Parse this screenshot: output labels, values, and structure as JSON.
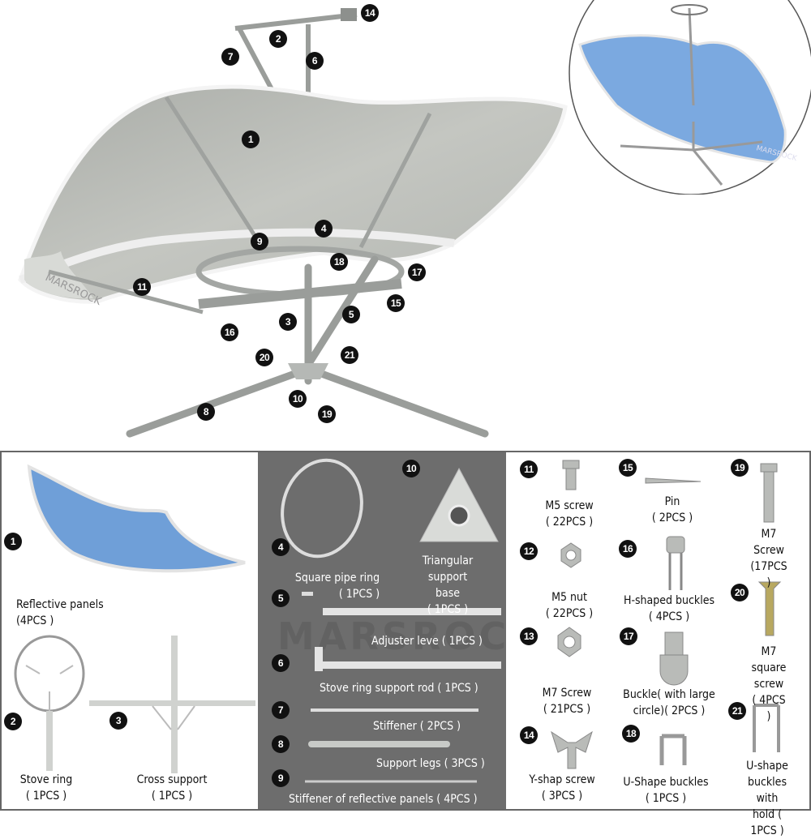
{
  "brand_watermark": "MARSROCK",
  "colors": {
    "panel_blue": "#6f9fd8",
    "reflector_gray": "#b8bbb6",
    "middle_panel": "#6d6d6d",
    "marker": "#111111"
  },
  "assembled_callouts": [
    "14",
    "2",
    "7",
    "6",
    "1",
    "9",
    "4",
    "18",
    "17",
    "11",
    "15",
    "3",
    "5",
    "16",
    "20",
    "21",
    "10",
    "19",
    "8"
  ],
  "parts": {
    "p1": {
      "num": "1",
      "label": "Reflective panels\n          (4PCS )"
    },
    "p2": {
      "num": "2",
      "label": "Stove ring\n( 1PCS )"
    },
    "p3": {
      "num": "3",
      "label": "Cross support\n( 1PCS )"
    },
    "p4": {
      "num": "4",
      "label": "Square pipe ring\n( 1PCS )"
    },
    "p5": {
      "num": "5",
      "label": "Adjuster leve ( 1PCS )"
    },
    "p6": {
      "num": "6",
      "label": "Stove ring support rod ( 1PCS )"
    },
    "p7": {
      "num": "7",
      "label": "Stiffener  ( 2PCS )"
    },
    "p8": {
      "num": "8",
      "label": "Support legs ( 3PCS )"
    },
    "p9": {
      "num": "9",
      "label": "Stiffener of reflective panels ( 4PCS )"
    },
    "p10": {
      "num": "10",
      "label": "Triangular support\nbase\n( 1PCS )"
    },
    "p11": {
      "num": "11",
      "label": "M5 screw\n( 22PCS )"
    },
    "p12": {
      "num": "12",
      "label": "M5 nut\n( 22PCS )"
    },
    "p13": {
      "num": "13",
      "label": "M7 Screw\n( 21PCS )"
    },
    "p14": {
      "num": "14",
      "label": "Y-shap screw\n( 3PCS )"
    },
    "p15": {
      "num": "15",
      "label": "Pin\n( 2PCS )"
    },
    "p16": {
      "num": "16",
      "label": "H-shaped buckles\n( 4PCS )"
    },
    "p17": {
      "num": "17",
      "label": "Buckle( with large\ncircle)( 2PCS )"
    },
    "p18": {
      "num": "18",
      "label": "U-Shape buckles\n( 1PCS )"
    },
    "p19": {
      "num": "19",
      "label": "M7 Screw\n(17PCS )"
    },
    "p20": {
      "num": "20",
      "label": "M7 square\nscrew\n( 4PCS )"
    },
    "p21": {
      "num": "21",
      "label": "U-shape\nbuckles with\nhold ( 1PCS )"
    }
  }
}
